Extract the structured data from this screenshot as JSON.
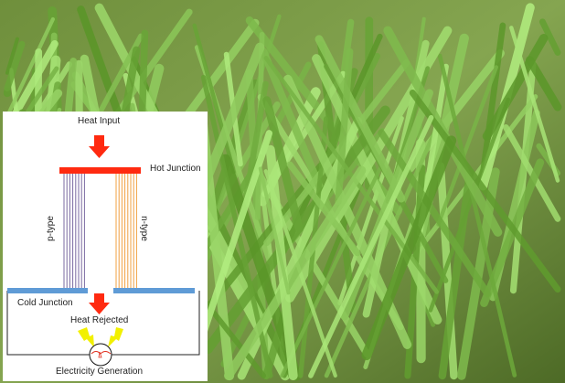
{
  "diagram": {
    "heat_input": "Heat Input",
    "hot_junction": "Hot Junction",
    "p_type": "p-type",
    "n_type": "n-type",
    "cold_junction": "Cold Junction",
    "heat_rejected": "Heat Rejected",
    "electricity_generation": "Electricity Generation"
  },
  "colors": {
    "background": "#7a9a48",
    "hot_junction": "#ff2a10",
    "arrow": "#ff2a10",
    "p_type_wires": "#7a6aa0",
    "n_type_wires": "#f0a040",
    "cold_junction": "#5f9bd6",
    "spark": "#f2f000"
  }
}
